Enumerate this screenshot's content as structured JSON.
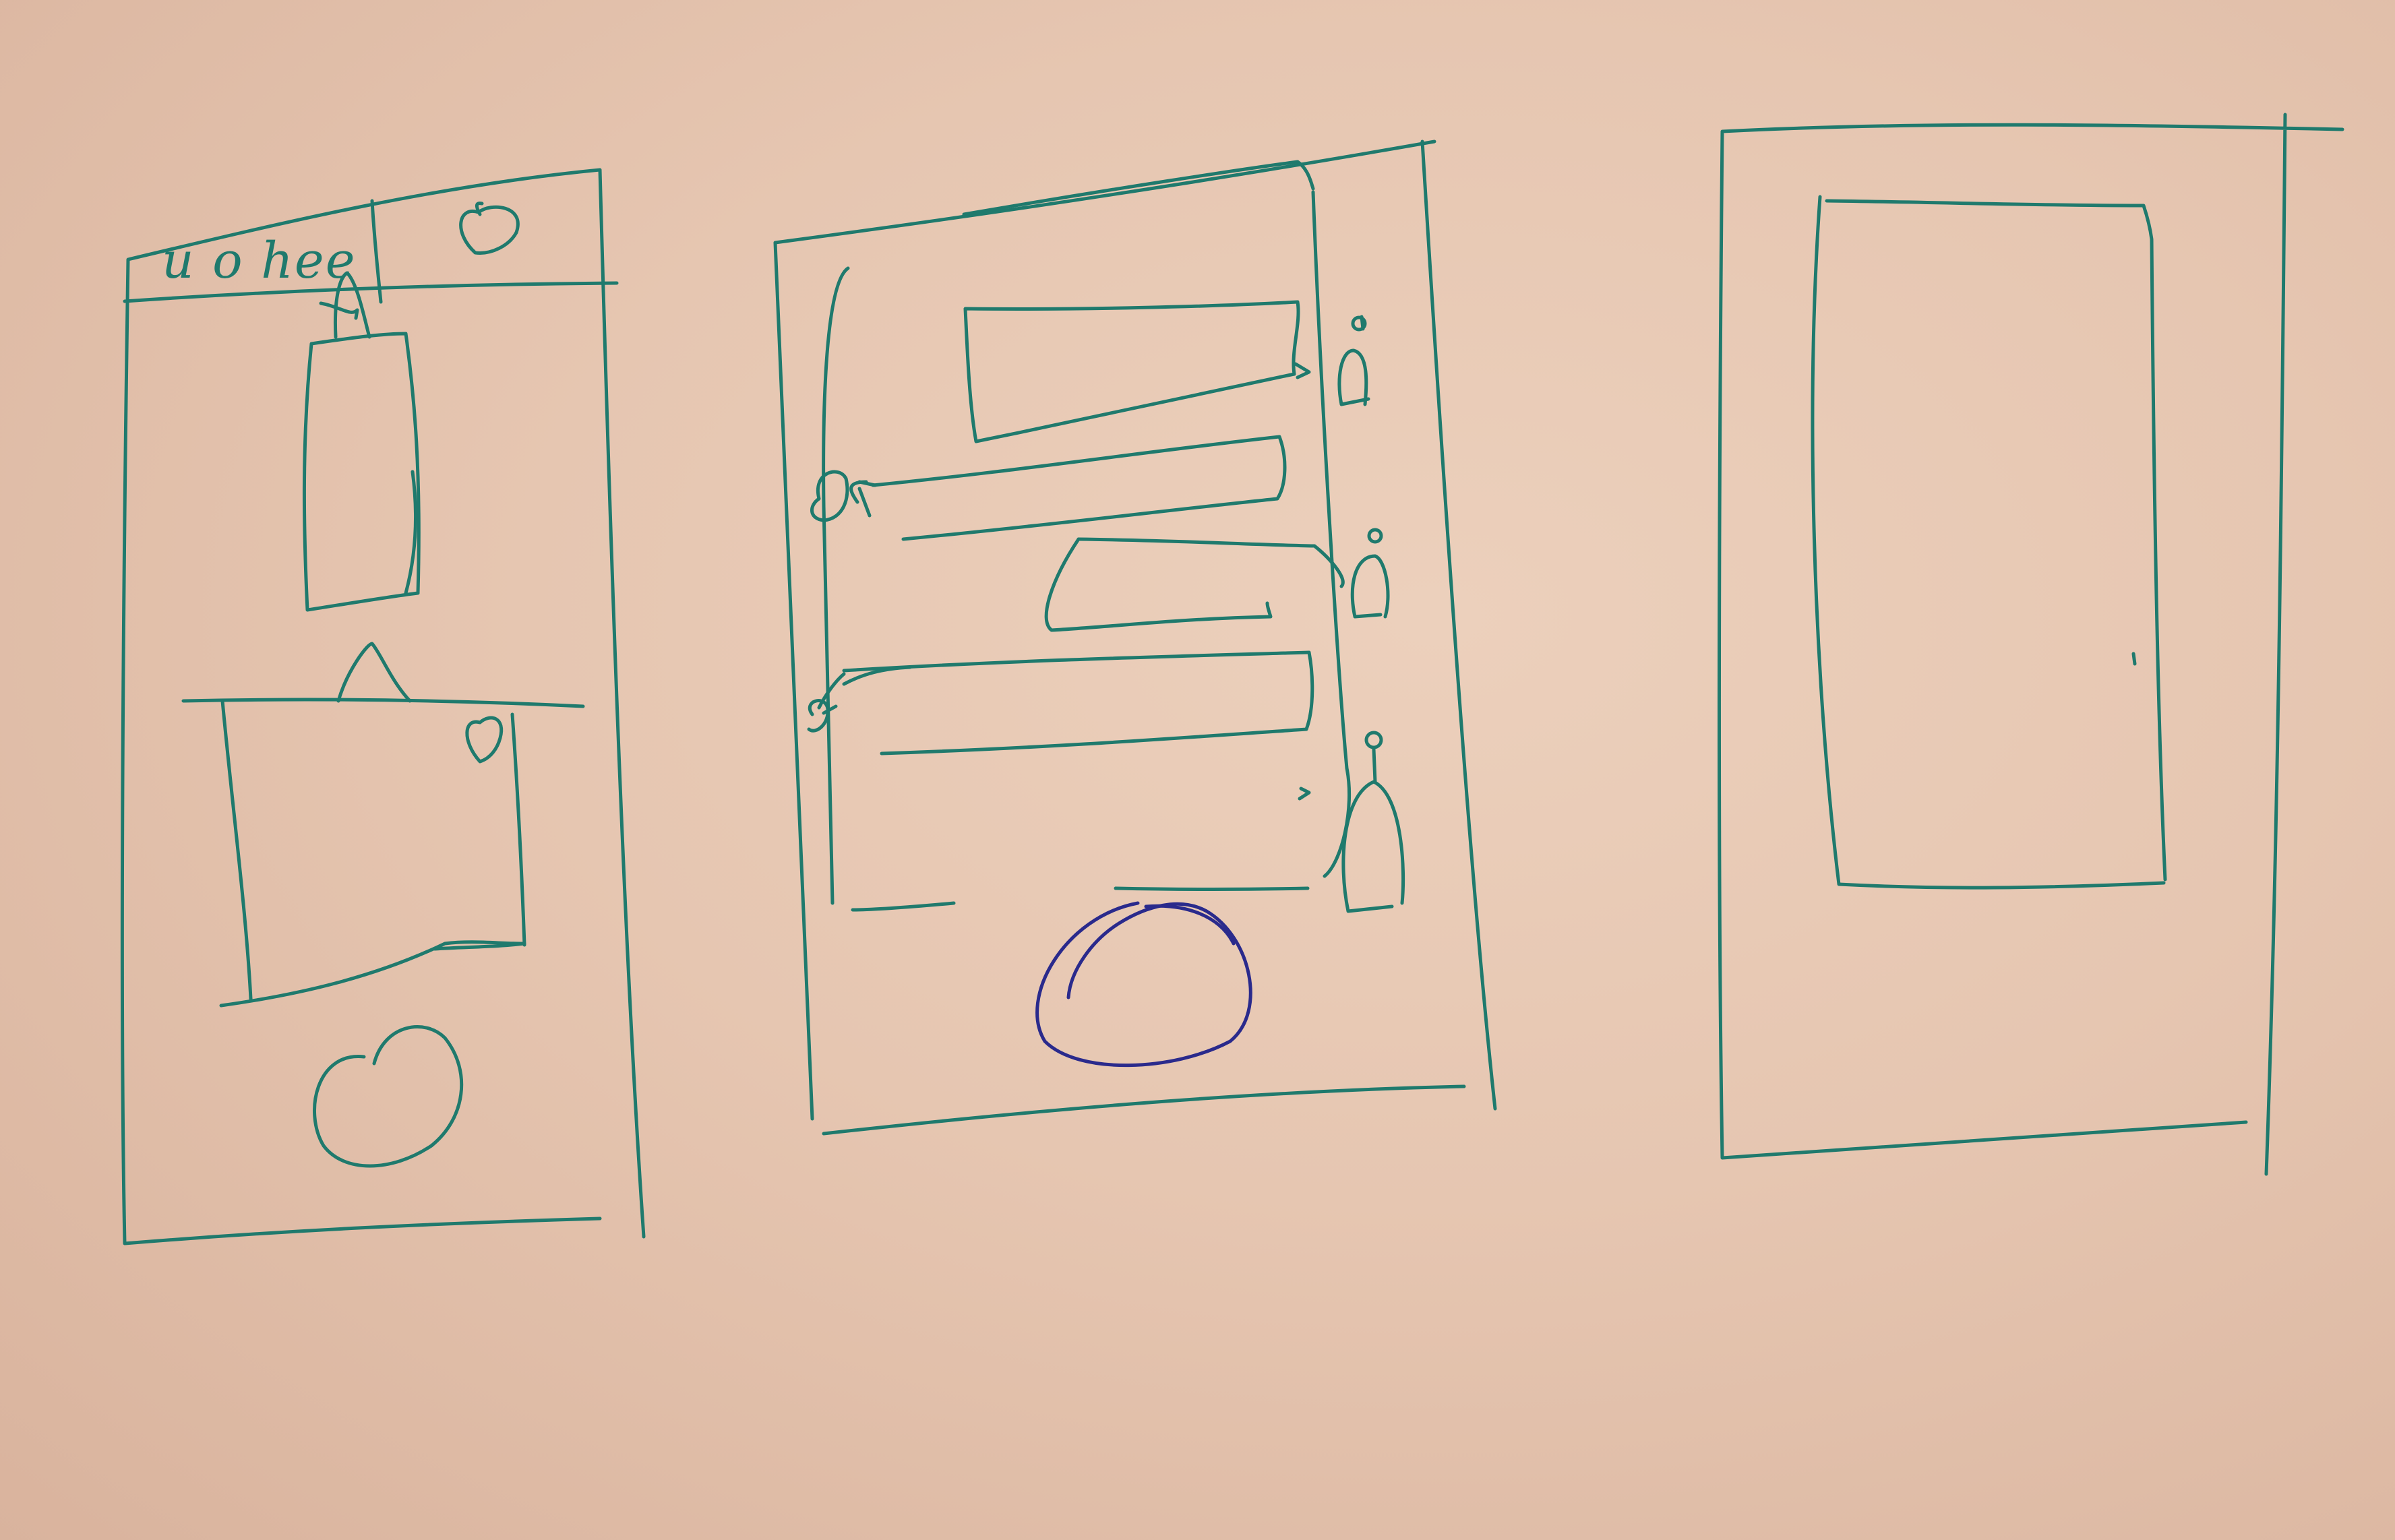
{
  "sketch": {
    "ink_color": "#1f7a6d",
    "accent_ink_color": "#2a2a8c",
    "paper_color": "#e8c9b4",
    "screens": [
      {
        "id": "screen-1",
        "header_text": "u o hee",
        "icons": [
          "heart-icon",
          "bag-icon",
          "hand-icon",
          "heart-icon",
          "home-button-icon"
        ]
      },
      {
        "id": "screen-2",
        "icons": [
          "user-avatar-icon",
          "user-avatar-icon",
          "user-avatar-icon",
          "user-avatar-icon",
          "user-avatar-icon",
          "home-button-icon"
        ]
      },
      {
        "id": "screen-3",
        "icons": []
      }
    ]
  }
}
